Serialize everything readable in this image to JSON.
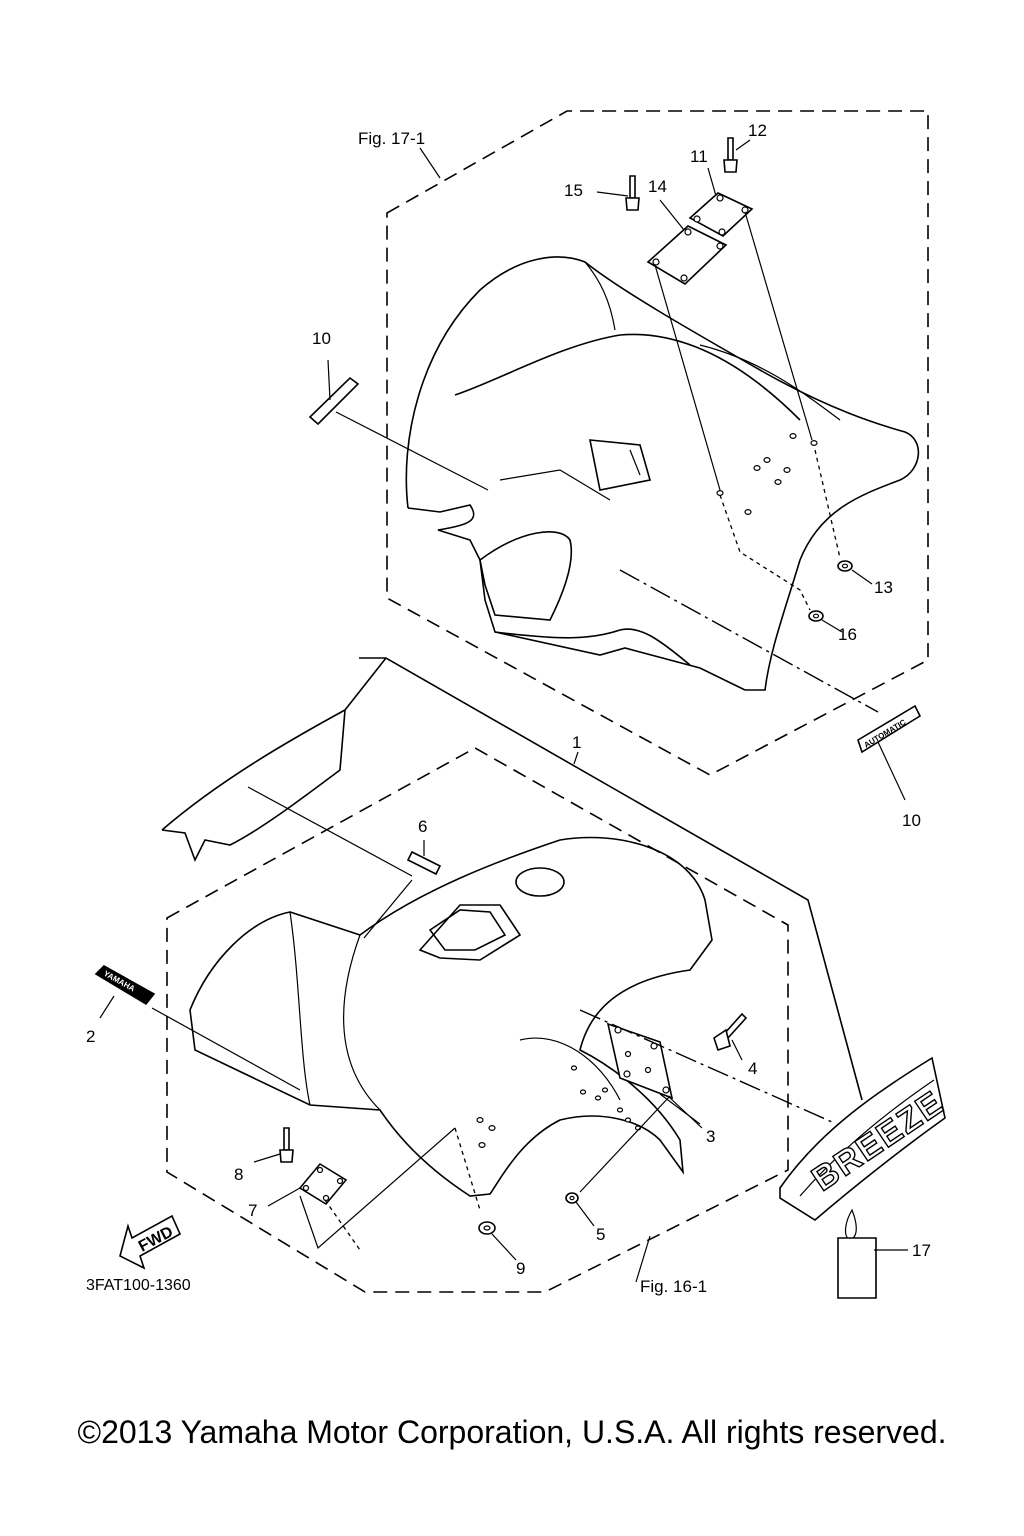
{
  "figure": {
    "fig_top": "Fig. 17-1",
    "fig_bottom": "Fig. 16-1",
    "diagram_code": "3FAT100-1360"
  },
  "callouts": [
    "1",
    "2",
    "3",
    "4",
    "5",
    "6",
    "7",
    "8",
    "9",
    "10",
    "10",
    "11",
    "12",
    "13",
    "14",
    "15",
    "16",
    "17"
  ],
  "decals": {
    "automatic": "AUTOMATIC",
    "yamaha": "YAMAHA",
    "breeze": "BREEZE",
    "fwd": "FWD"
  },
  "footer": {
    "copyright": "©2013 Yamaha Motor Corporation, U.S.A. All rights reserved."
  }
}
